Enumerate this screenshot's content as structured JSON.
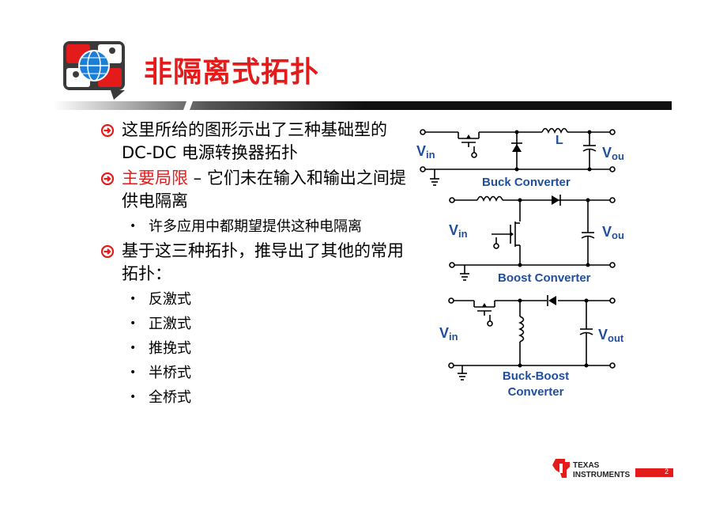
{
  "slide": {
    "title": "非隔离式拓扑",
    "page_number": "2"
  },
  "bullets": [
    {
      "text": "这里所给的图形示出了三种基础型的 DC-DC 电源转换器拓扑"
    },
    {
      "highlight": "主要局限",
      "text": " – 它们未在输入和输出之间提供电隔离"
    },
    {
      "text": "许多应用中都期望提供这种电隔离"
    },
    {
      "text": "基于这三种拓扑，推导出了其他的常用拓扑："
    },
    {
      "text": "反激式"
    },
    {
      "text": "正激式"
    },
    {
      "text": "推挽式"
    },
    {
      "text": "半桥式"
    },
    {
      "text": "全桥式"
    }
  ],
  "circuits": {
    "buck": {
      "caption": "Buck Converter",
      "inductor_label": "L"
    },
    "boost": {
      "caption": "Boost Converter"
    },
    "buck_boost": {
      "caption_line1": "Buck-Boost",
      "caption_line2": "Converter"
    },
    "vin_main": "V",
    "vin_sub": "in",
    "vout_main": "V",
    "vout_sub": "out"
  },
  "footer": {
    "brand_line1": "TEXAS",
    "brand_line2": "INSTRUMENTS"
  },
  "colors": {
    "accent": "#e31b1b",
    "circuit_blue": "#1f4e9e",
    "title_bar": "#1a1a1a"
  }
}
